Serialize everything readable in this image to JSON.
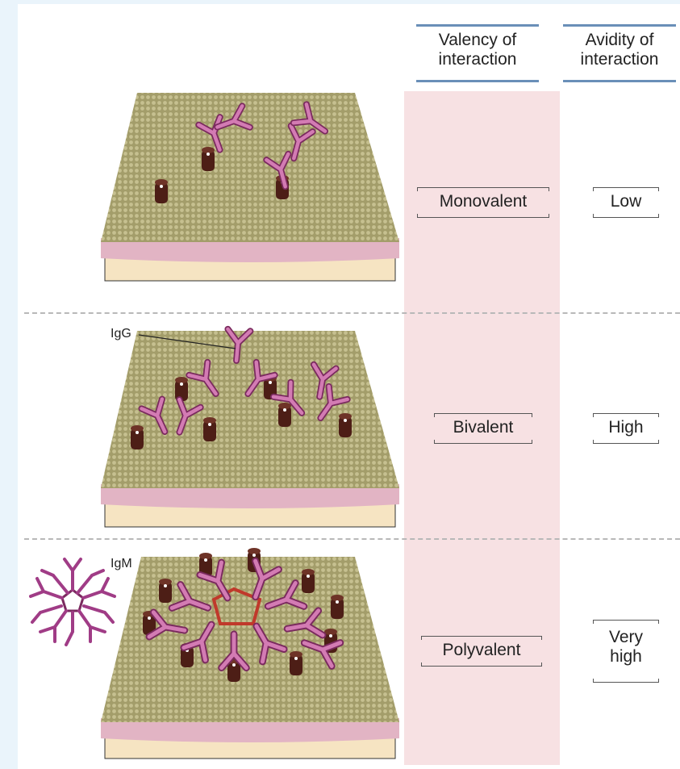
{
  "headers": {
    "valency": {
      "line1": "Valency of",
      "line2": "interaction"
    },
    "avidity": {
      "line1": "Avidity of",
      "line2": "interaction"
    }
  },
  "rows": [
    {
      "valency": "Monovalent",
      "avidity_line1": "Low",
      "avidity_line2": ""
    },
    {
      "valency": "Bivalent",
      "avidity_line1": "High",
      "avidity_line2": ""
    },
    {
      "valency": "Polyvalent",
      "avidity_line1": "Very",
      "avidity_line2": "high"
    }
  ],
  "annotations": {
    "igg": "IgG",
    "igm": "IgM"
  },
  "colors": {
    "background": "#eaf4fb",
    "column_fill": "#f7e1e3",
    "header_rule": "#6a8fb8",
    "membrane_surface": "#a6a06e",
    "lipid_layer": "#e2b4c4",
    "cell_interior": "#f6e4c2",
    "antibody": "#c767a6",
    "antigen": "#4d1e16",
    "igm_core": "#c0392b"
  },
  "icons": [
    "membrane-patch",
    "antibody-y-icon",
    "antigen-cylinder-icon",
    "igm-pentamer-icon"
  ]
}
